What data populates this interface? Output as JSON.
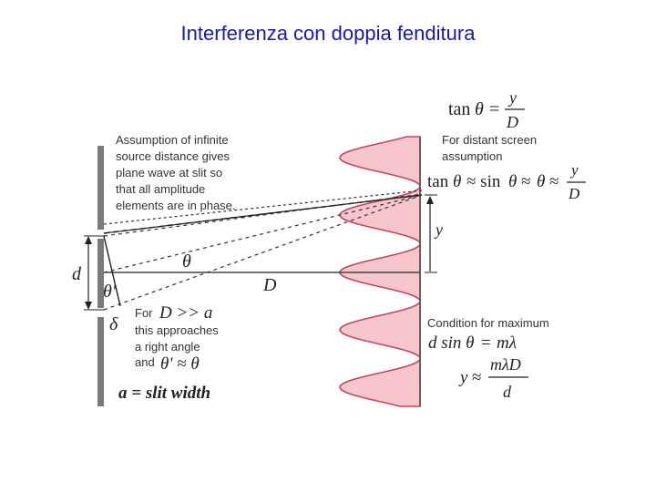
{
  "slide": {
    "title": "Interferenza con doppia fenditura"
  },
  "colors": {
    "title": "#1a1aa6",
    "fringe_fill": "#f7c5cc",
    "fringe_stroke": "#c0485a",
    "slit_bar": "#7a7a7a"
  },
  "diagram": {
    "note_infinite_source": [
      "Assumption of infinite",
      "source distance gives",
      "plane wave at slit so",
      "that all amplitude",
      "elements are in phase."
    ],
    "note_distant_screen": [
      "For distant screen",
      "assumption"
    ],
    "eq_tan": {
      "lhs": "tan",
      "theta": "θ",
      "eq": "=",
      "num": "y",
      "den": "D"
    },
    "eq_small_angle": {
      "lhs": "tan",
      "theta": "θ",
      "mid": "≈ sin",
      "theta2": "θ",
      "approx2": "≈",
      "theta3": "θ",
      "approx3": "≈",
      "num": "y",
      "den": "D"
    },
    "label_d": "d",
    "label_theta": "θ",
    "label_theta_prime": "θ'",
    "label_delta": "δ",
    "label_D": "D",
    "label_y": "y",
    "note_for": "For",
    "cond_D_gg_a": "D >> a",
    "note_approach": [
      "this approaches",
      "a right angle"
    ],
    "note_and": "and",
    "cond_theta_approx": "θ' ≈ θ",
    "slit_width": "a = slit width",
    "note_condition_max": "Condition for maximum",
    "eq_max": {
      "lhs": "d sin θ",
      "eq": "=",
      "rhs": "mλ"
    },
    "eq_y": {
      "lhs": "y",
      "approx": "≈",
      "num": "mλD",
      "den": "d"
    }
  }
}
